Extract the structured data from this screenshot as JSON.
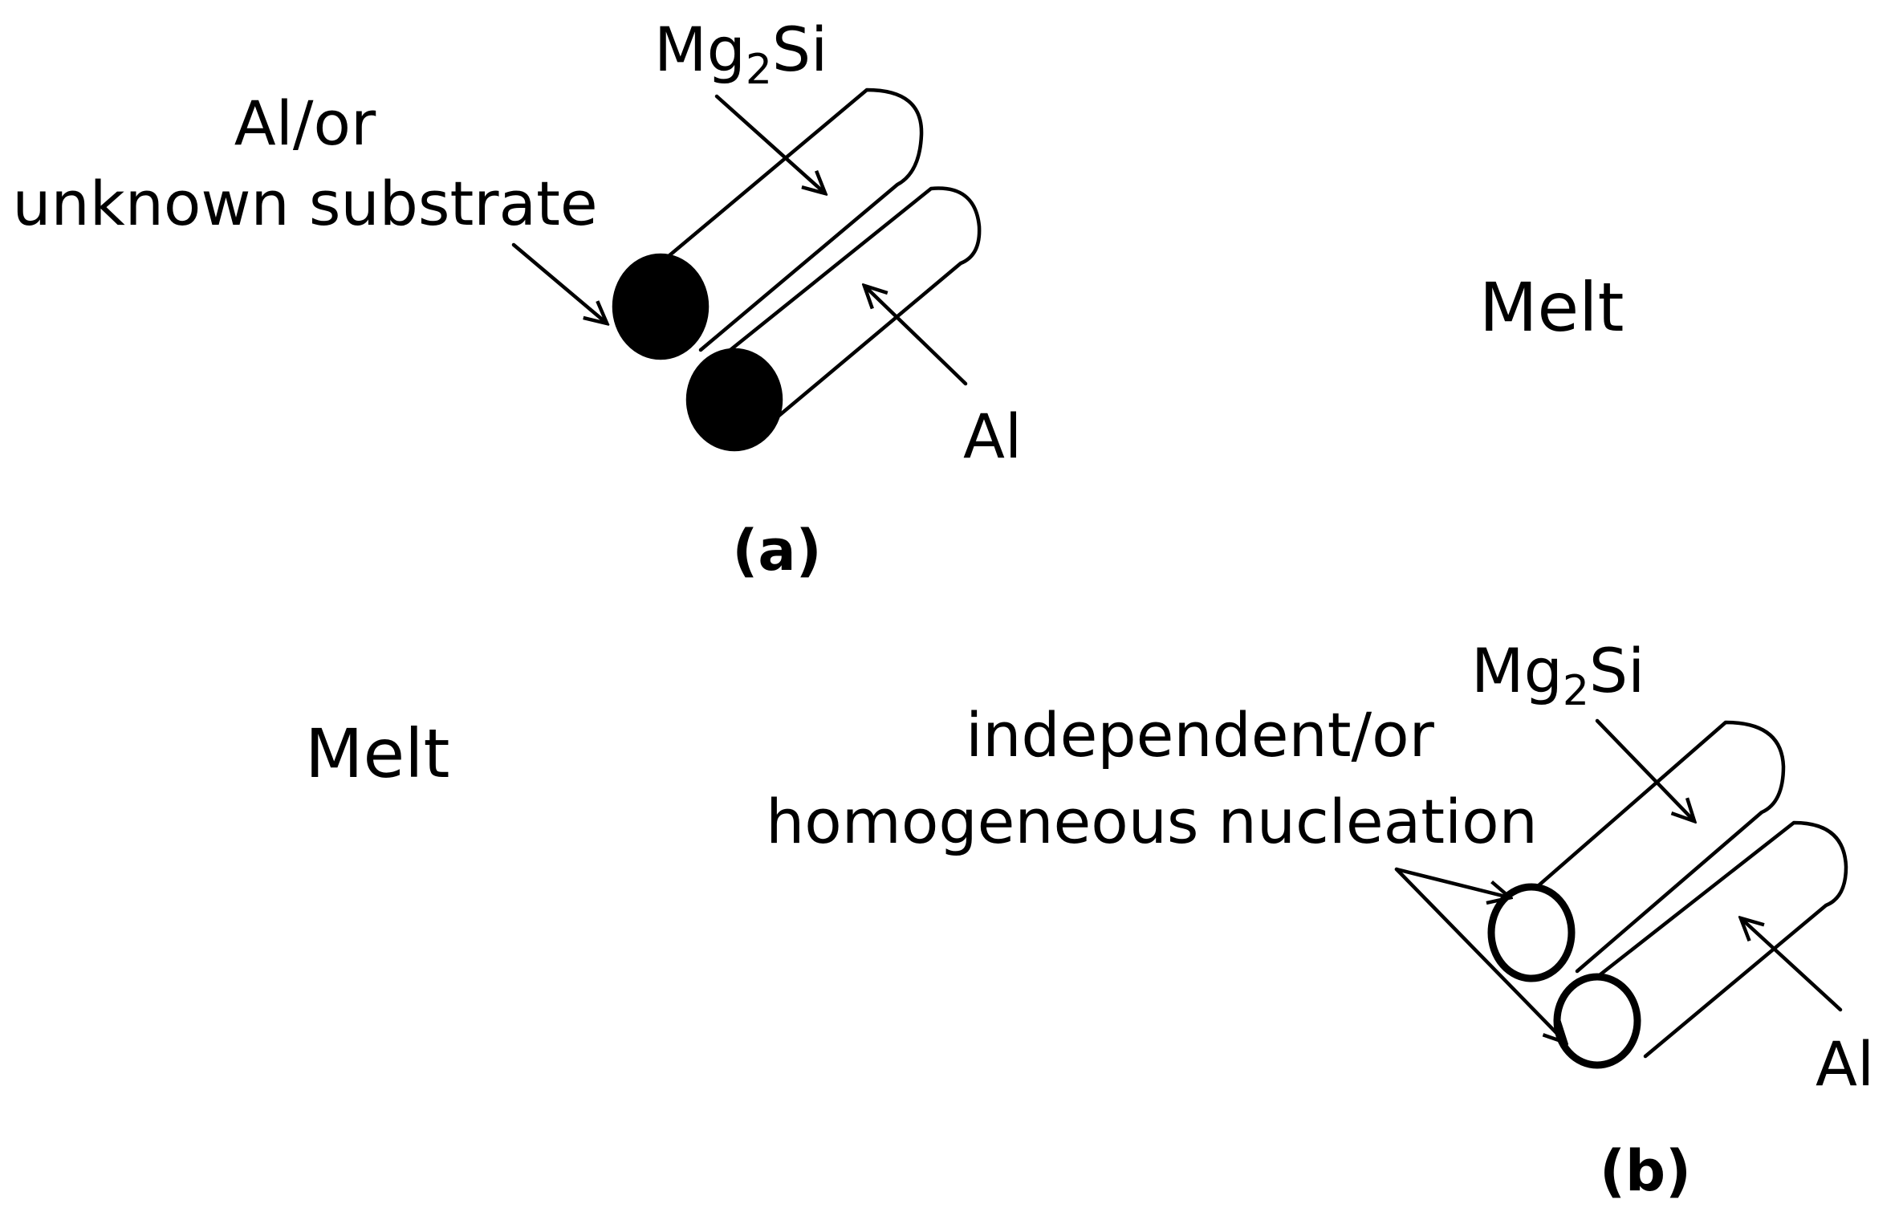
{
  "panel_a": {
    "caption": "(a)",
    "melt": "Melt",
    "mg2si": {
      "main": "Mg",
      "sub": "2",
      "tail": "Si"
    },
    "substrate_line1": "Al/or",
    "substrate_line2": "unknown substrate",
    "al": "Al"
  },
  "panel_b": {
    "caption": "(b)",
    "melt": "Melt",
    "mg2si": {
      "main": "Mg",
      "sub": "2",
      "tail": "Si"
    },
    "nucleation_line1": "independent/or",
    "nucleation_line2": "homogeneous nucleation",
    "al": "Al"
  }
}
